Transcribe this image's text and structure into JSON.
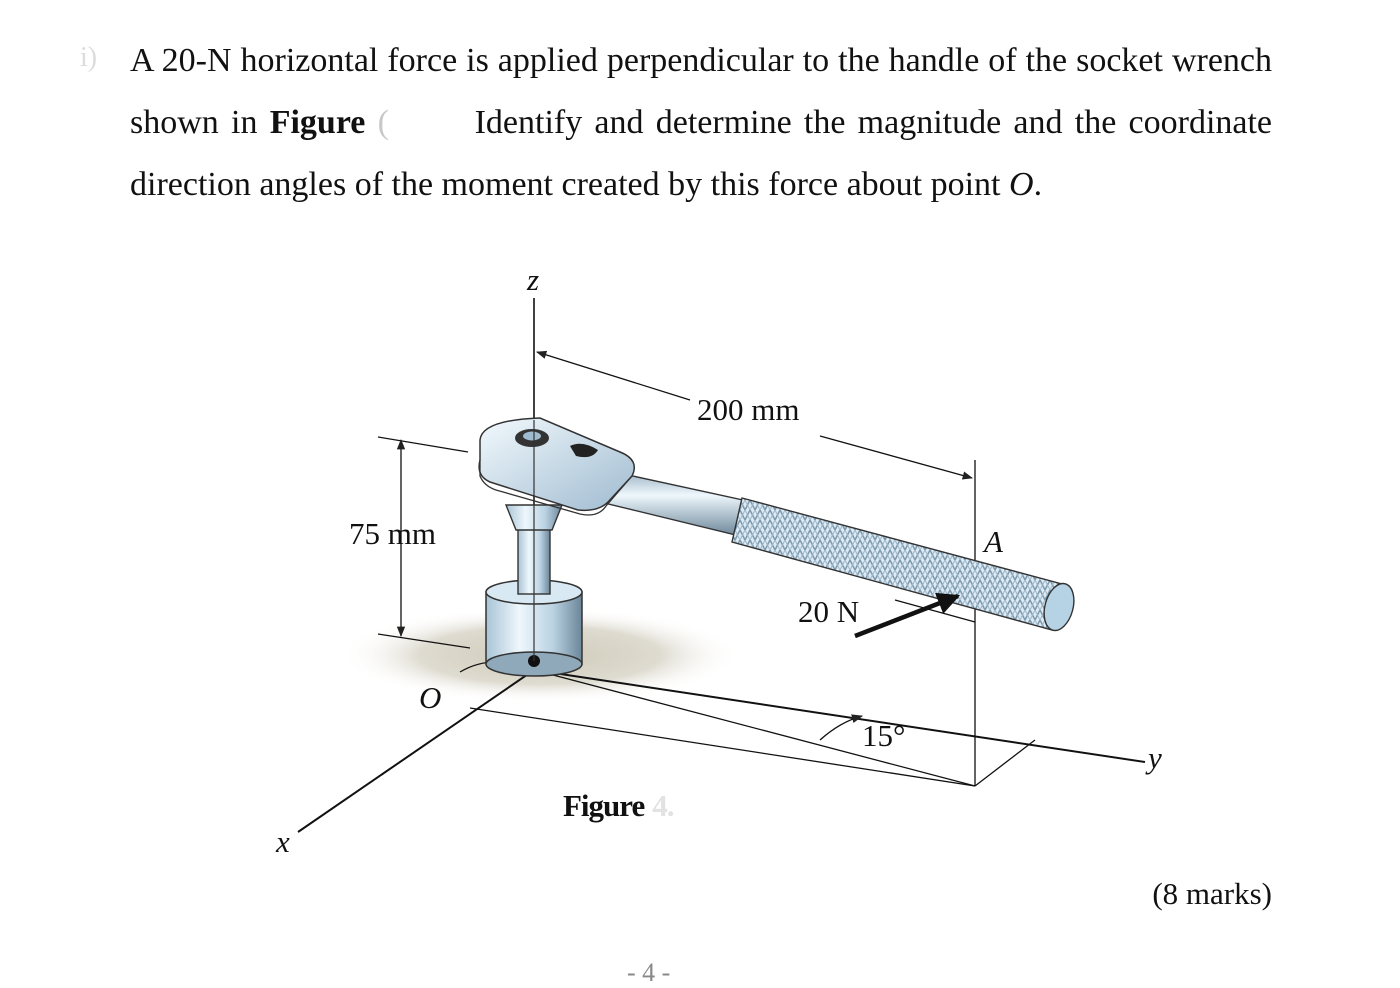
{
  "question": {
    "number_ghost": "i)",
    "line1": "A 20-N horizontal force is applied perpendicular to the handle of the socket wrench",
    "line2_a": "shown in ",
    "line2_bold": "Figure",
    "line2_ghost": " (",
    "line2_b": "Identify and determine the magnitude and the coordinate",
    "line3_a": "direction angles of the moment created by this force about point ",
    "line3_point": "O",
    "line3_end": "."
  },
  "figure": {
    "labels": {
      "z_axis": "z",
      "x_axis": "x",
      "y_axis": "y",
      "origin": "O",
      "point_a": "A",
      "handle_length": "200 mm",
      "height": "75 mm",
      "force": "20 N",
      "angle": "15°"
    },
    "caption": "Figure",
    "caption_ghost": "4.",
    "colors": {
      "steel_light": "#e6f3fb",
      "steel_mid": "#a9c4d6",
      "steel_dark": "#6b8699",
      "shadow": "#d4d0c2"
    }
  },
  "marks": "(8 marks)",
  "page_number": "- 4 -"
}
